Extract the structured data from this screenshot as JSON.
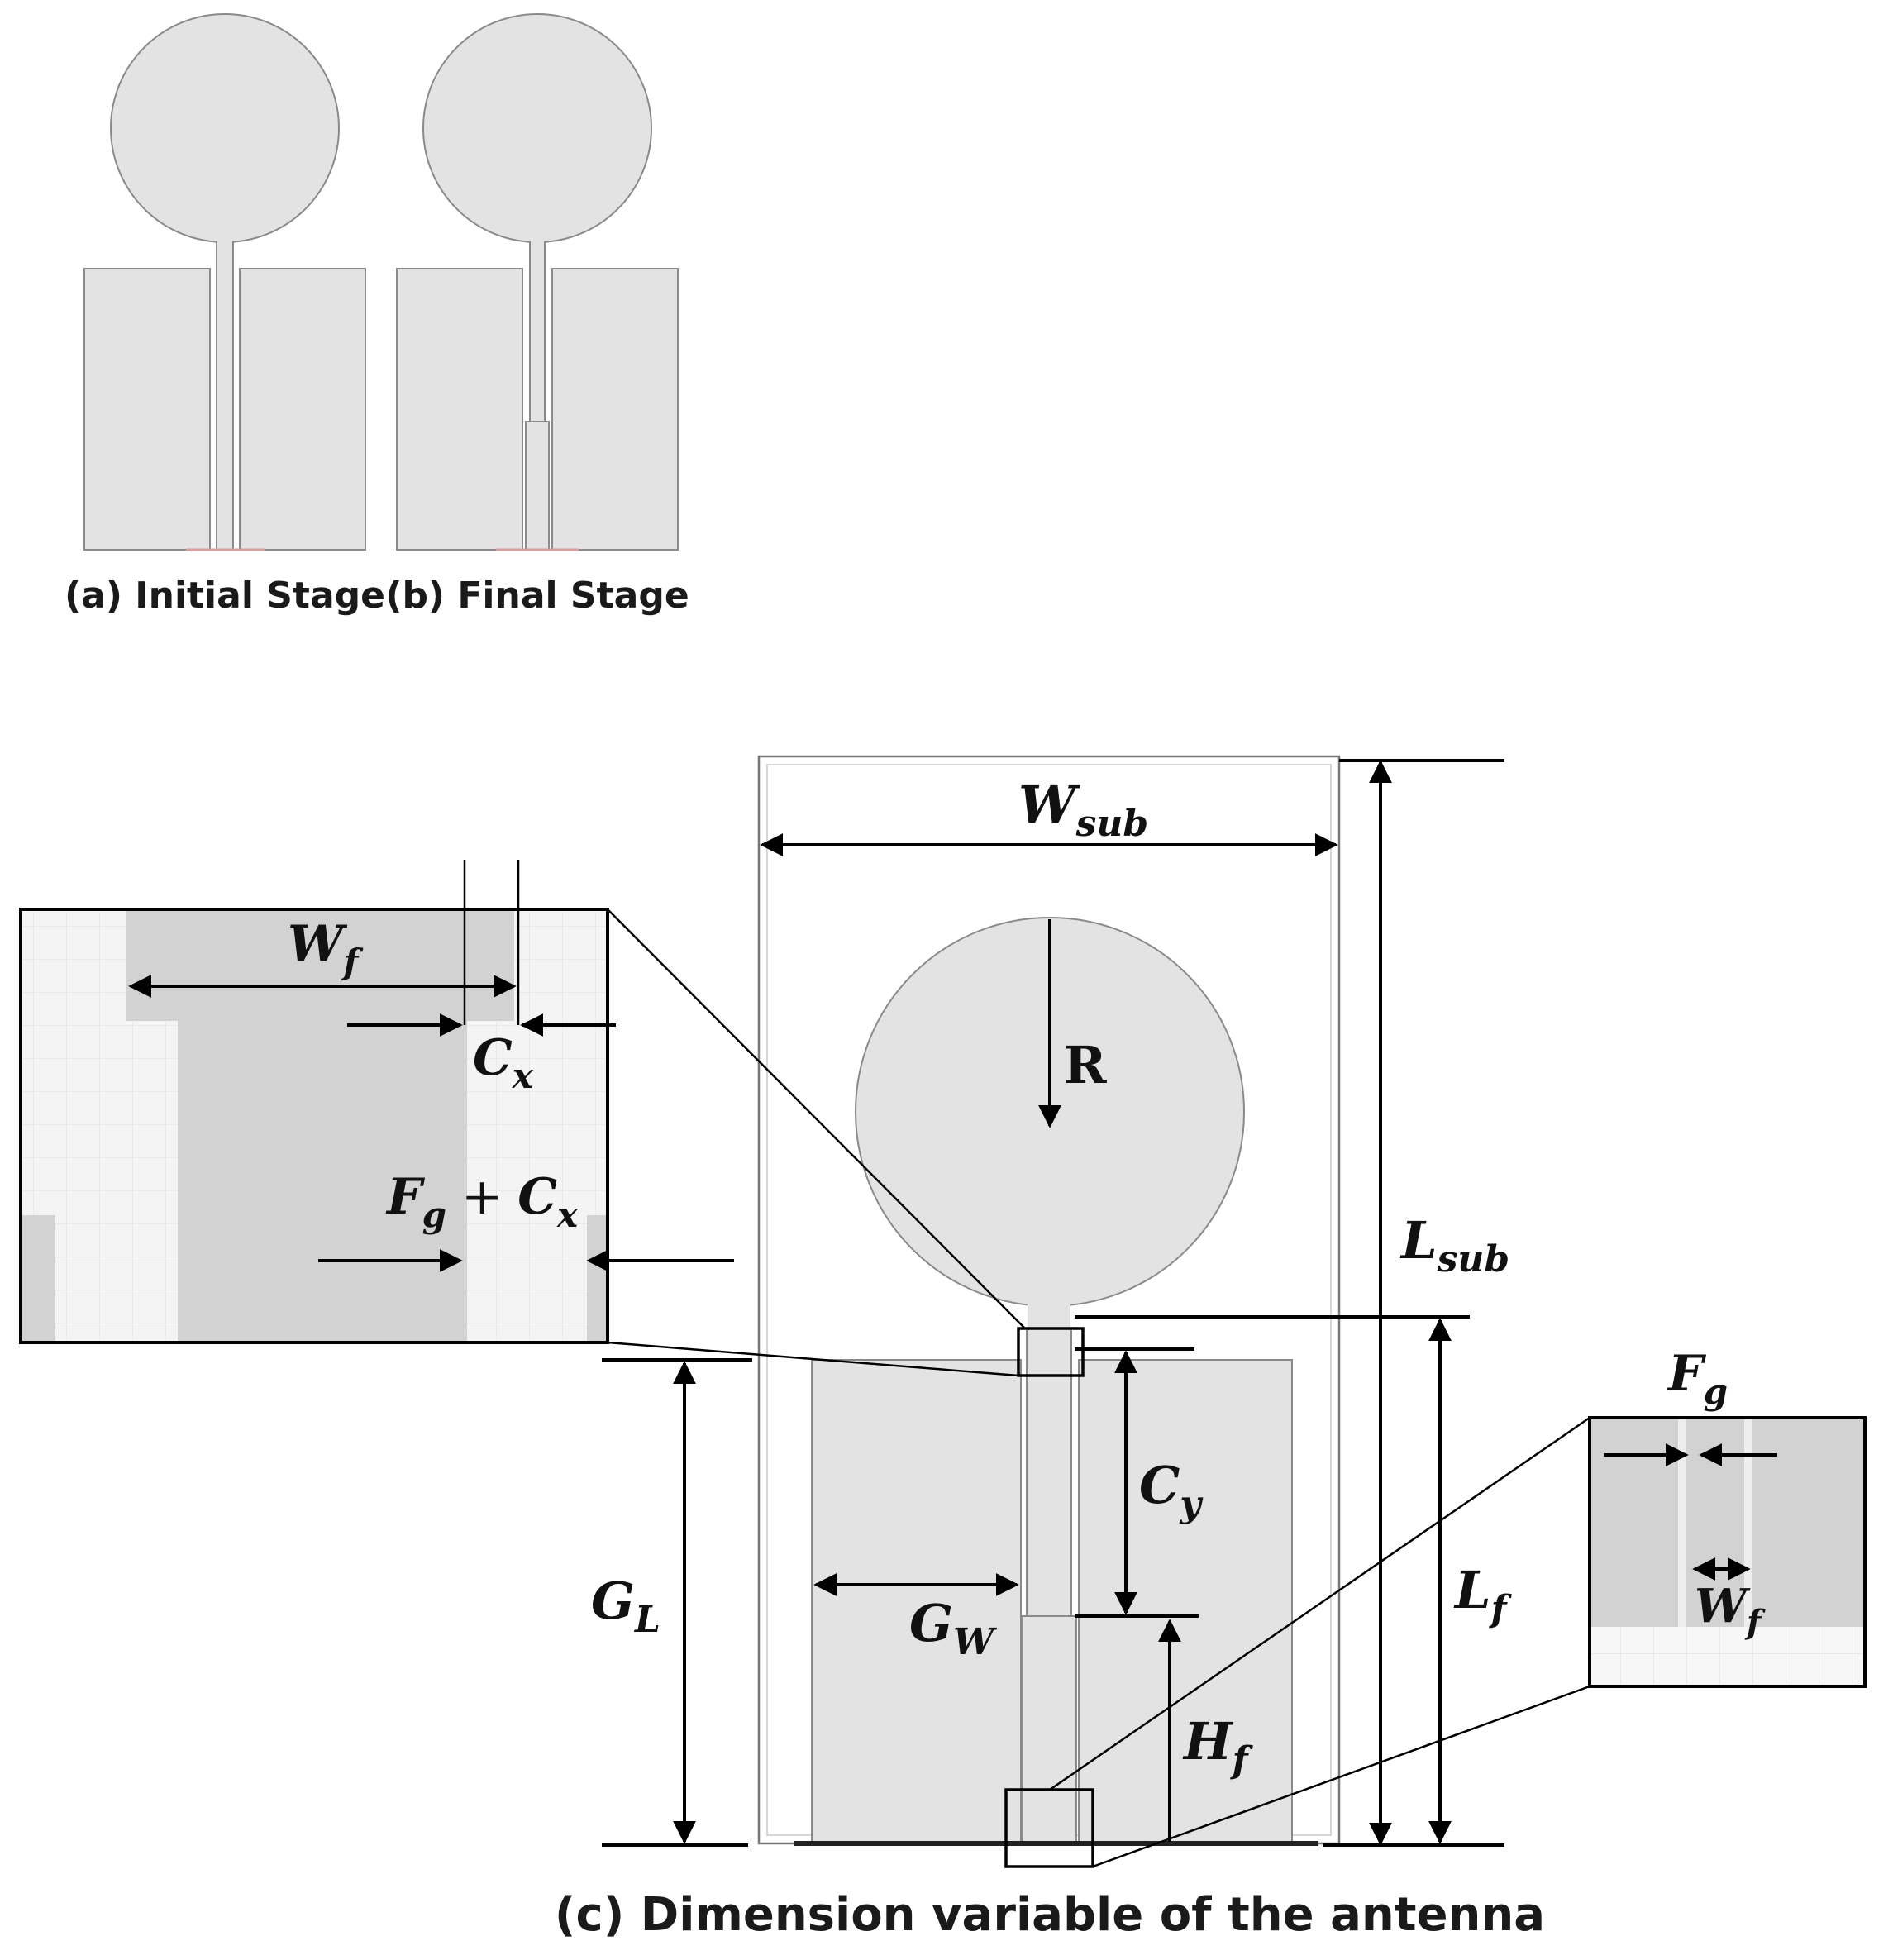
{
  "captions": {
    "a": "(a) Initial Stage",
    "b": "(b) Final Stage",
    "c": "(c) Dimension variable of the antenna"
  },
  "labels": {
    "w_sub": {
      "base": "W",
      "sub": "sub"
    },
    "l_sub": {
      "base": "L",
      "sub": "sub"
    },
    "r": "R",
    "g_l": {
      "base": "G",
      "sub": "L"
    },
    "g_w": {
      "base": "G",
      "sub": "W"
    },
    "c_y": {
      "base": "C",
      "sub": "y"
    },
    "h_f": {
      "base": "H",
      "sub": "f"
    },
    "l_f": {
      "base": "L",
      "sub": "f"
    },
    "zoom_left": {
      "w_f": {
        "base": "W",
        "sub": "f"
      },
      "c_x": {
        "base": "C",
        "sub": "x"
      },
      "fg_cx": {
        "base1": "F",
        "sub1": "g",
        "op": "+",
        "base2": "C",
        "sub2": "x"
      }
    },
    "zoom_right": {
      "f_g": {
        "base": "F",
        "sub": "g"
      },
      "w_f": {
        "base": "W",
        "sub": "f"
      }
    }
  },
  "colors": {
    "metal": "#e3e3e3",
    "metal_dark": "#d2d2d2",
    "outline": "#8a8a8a",
    "feed_mark": "#d9a0a0"
  }
}
